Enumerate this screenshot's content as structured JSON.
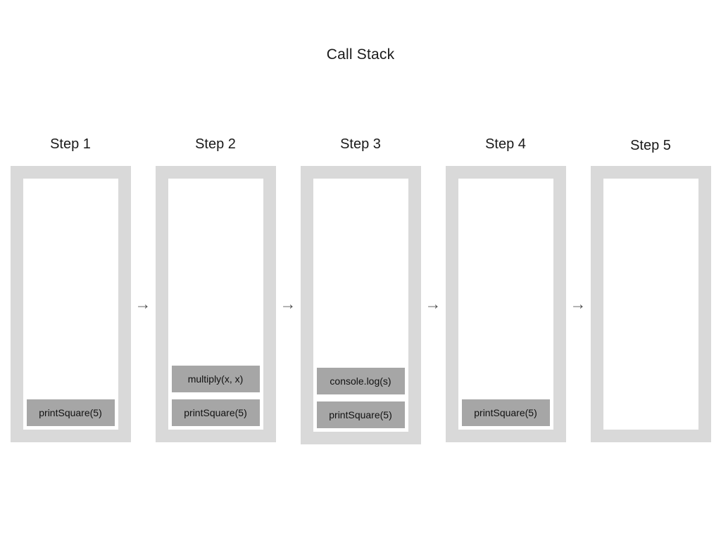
{
  "diagram": {
    "title": "Call Stack",
    "arrow_icon": "→",
    "colors": {
      "box_border": "#d9d9d9",
      "box_fill": "#ffffff",
      "frame_fill": "#a6a6a6",
      "text": "#1a1a1a",
      "arrow": "#555555",
      "background": "#ffffff"
    },
    "steps": [
      {
        "label": "Step 1",
        "frames": [
          "printSquare(5)"
        ]
      },
      {
        "label": "Step 2",
        "frames": [
          "multiply(x, x)",
          "printSquare(5)"
        ]
      },
      {
        "label": "Step 3",
        "frames": [
          "console.log(s)",
          "printSquare(5)"
        ]
      },
      {
        "label": "Step 4",
        "frames": [
          "printSquare(5)"
        ]
      },
      {
        "label": "Step 5",
        "frames": []
      }
    ]
  }
}
